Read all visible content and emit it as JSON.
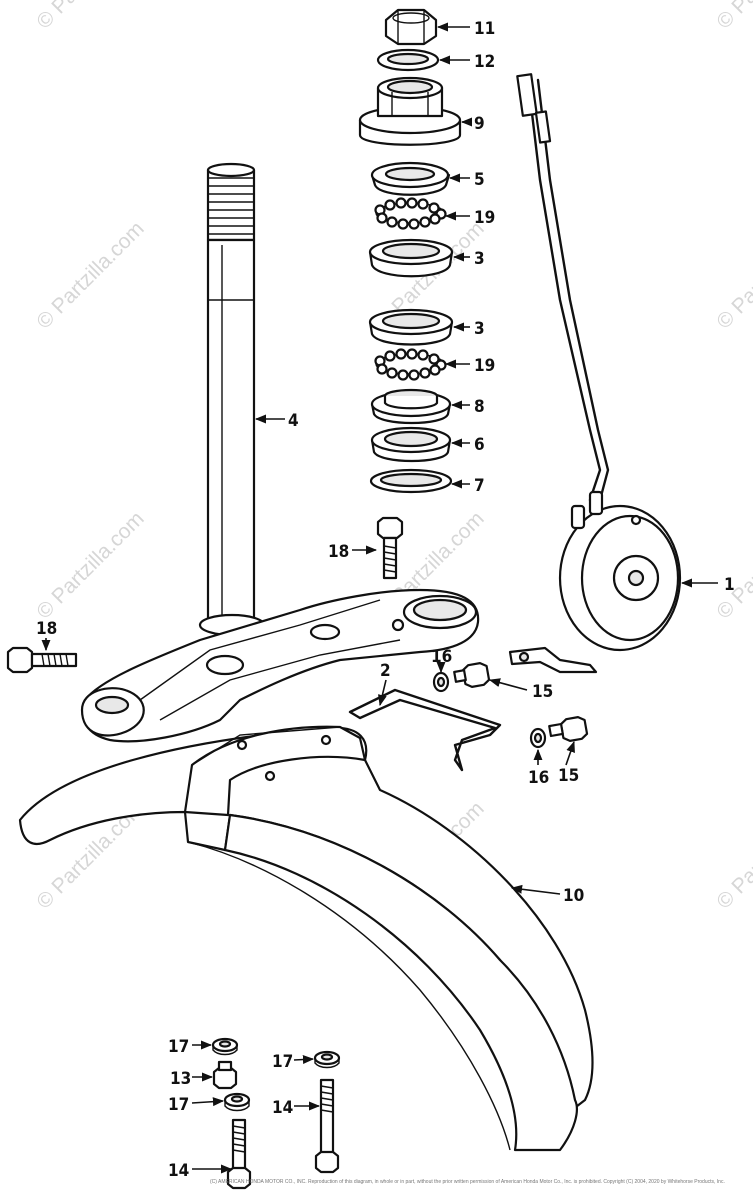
{
  "watermark": {
    "text": "© Partzilla.com"
  },
  "copyright_note": "(C) AMERICAN HONDA MOTOR CO., INC. Reproduction of this diagram, in whole or in part, without the prior written permission of American Honda Motor Co., Inc. is prohibited. Copyright (C) 2004, 2020 by Whitehorse Products, Inc.",
  "callouts": [
    {
      "id": "c11",
      "label": "11"
    },
    {
      "id": "c12",
      "label": "12"
    },
    {
      "id": "c9",
      "label": "9"
    },
    {
      "id": "c5",
      "label": "5"
    },
    {
      "id": "c19a",
      "label": "19"
    },
    {
      "id": "c3a",
      "label": "3"
    },
    {
      "id": "c3b",
      "label": "3"
    },
    {
      "id": "c19b",
      "label": "19"
    },
    {
      "id": "c8",
      "label": "8"
    },
    {
      "id": "c6",
      "label": "6"
    },
    {
      "id": "c7",
      "label": "7"
    },
    {
      "id": "c4",
      "label": "4"
    },
    {
      "id": "c18a",
      "label": "18"
    },
    {
      "id": "c18b",
      "label": "18"
    },
    {
      "id": "c1",
      "label": "1"
    },
    {
      "id": "c2",
      "label": "2"
    },
    {
      "id": "c16a",
      "label": "16"
    },
    {
      "id": "c15a",
      "label": "15"
    },
    {
      "id": "c16b",
      "label": "16"
    },
    {
      "id": "c15b",
      "label": "15"
    },
    {
      "id": "c10",
      "label": "10"
    },
    {
      "id": "c17a",
      "label": "17"
    },
    {
      "id": "c13",
      "label": "13"
    },
    {
      "id": "c17b",
      "label": "17"
    },
    {
      "id": "c17c",
      "label": "17"
    },
    {
      "id": "c14a",
      "label": "14"
    },
    {
      "id": "c14b",
      "label": "14"
    }
  ],
  "parts": [
    {
      "key": "steering-stem",
      "icon": "steering-stem-icon"
    },
    {
      "key": "horn",
      "icon": "horn-icon"
    },
    {
      "key": "front-fender",
      "icon": "front-fender-icon"
    },
    {
      "key": "stem-nut",
      "icon": "hex-nut-icon"
    },
    {
      "key": "bearing-races",
      "icon": "bearing-race-icon"
    },
    {
      "key": "steel-balls",
      "icon": "ball-bearing-icon"
    },
    {
      "key": "wire-clip",
      "icon": "wire-clip-icon"
    },
    {
      "key": "bolts",
      "icon": "bolt-icon"
    },
    {
      "key": "washers",
      "icon": "washer-icon"
    }
  ]
}
